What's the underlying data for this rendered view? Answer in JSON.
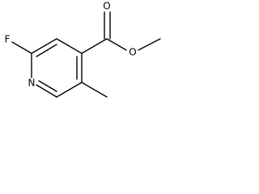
{
  "molecule": {
    "atoms": {
      "fluorine": "F",
      "nitrogen": "N",
      "carbonyl_oxygen": "O",
      "ester_oxygen": "O"
    }
  }
}
